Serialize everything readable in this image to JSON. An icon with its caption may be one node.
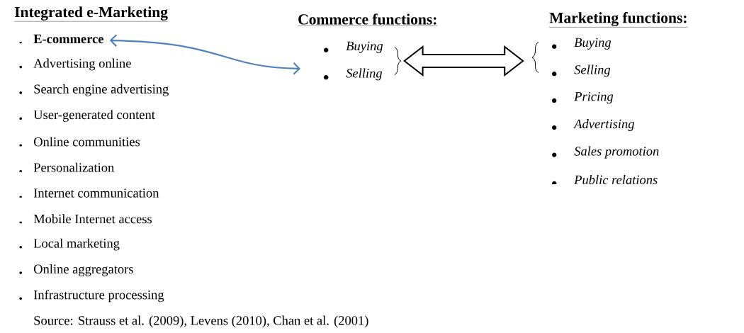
{
  "diagram": {
    "nodes": [
      {
        "text": [
          "E-commerce"
        ]
      },
      {
        "text": [
          "Buying",
          "Selling"
        ]
      },
      {
        "text": [
          "Buying",
          "Selling"
        ]
      }
    ],
    "edges": [
      {
        "from": 0,
        "to": 1,
        "arrow": "both",
        "color": "#4f81bd"
      },
      {
        "from": 1,
        "to": 2,
        "arrow": "both",
        "style": "thick"
      }
    ],
    "labels": [
      "Integrated e-Marketing",
      "Commerce functions:",
      "Marketing functions:",
      "Advertising online",
      "Search engine advertising",
      "User-generated content",
      "Online communities",
      "Personalization",
      "Internet communication",
      "Mobile Internet access",
      "Local marketing",
      "Online aggregators",
      "Infrastructure processing",
      "Source: Strauss et al. (2009), Levens (2010), Chan et al. (2001)",
      "Pricing",
      "Advertising",
      "Sales promotion",
      "Public relations"
    ]
  }
}
